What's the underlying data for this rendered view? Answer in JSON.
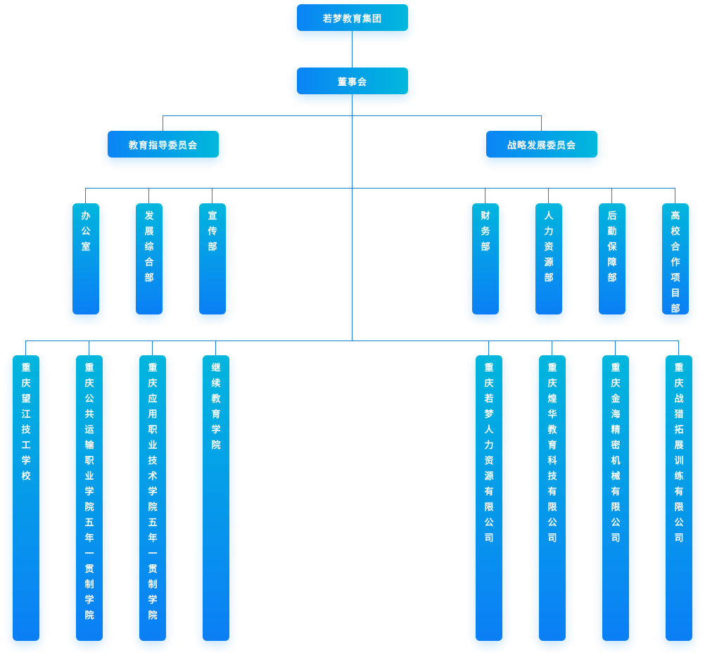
{
  "colors": {
    "connector": "#1a7fd9",
    "node_gradient_start": "#0a84f5",
    "node_gradient_end": "#00b8dc"
  },
  "root": "若梦教育集团",
  "board": "董事会",
  "committees": {
    "left": "教育指导委员会",
    "right": "战略发展委员会"
  },
  "departments_left": [
    "办公室",
    "发展综合部",
    "宣传部"
  ],
  "departments_right": [
    "财务部",
    "人力资源部",
    "后勤保障部",
    "高校合作项目部"
  ],
  "institutions_left": [
    "重庆望江技工学校",
    "重庆公共运输职业学院五年一贯制学院",
    "重庆应用职业技术学院五年一贯制学院",
    "继续教育学院"
  ],
  "institutions_right": [
    "重庆若梦人力资源有限公司",
    "重庆煌华教育科技有限公司",
    "重庆金海精密机械有限公司",
    "重庆战猎拓展训练有限公司"
  ]
}
